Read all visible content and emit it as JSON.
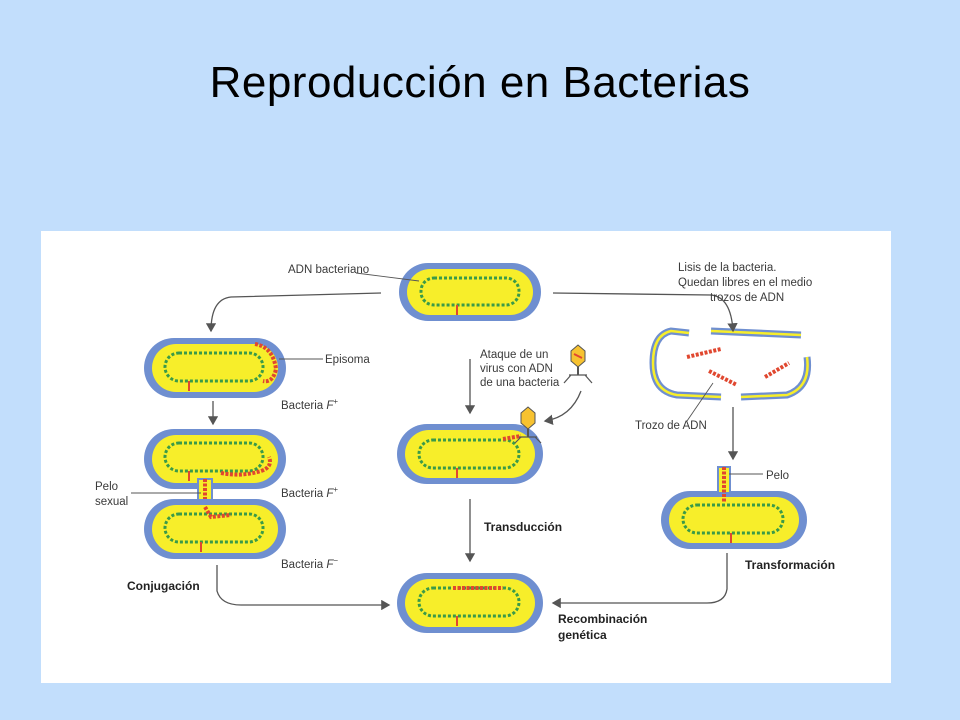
{
  "slide": {
    "title": "Reproducción en Bacterias"
  },
  "diagram": {
    "labels": {
      "adn_bacteriano": "ADN bacteriano",
      "lisis_line1": "Lisis de la bacteria.",
      "lisis_line2": "Quedan libres en el medio",
      "lisis_line3": "trozos de ADN",
      "episoma": "Episoma",
      "bacteria_f_plus_1_text": "Bacteria ",
      "bacteria_f_plus_1_sym": "F",
      "bacteria_f_plus_1_sup": "+",
      "ataque_line1": "Ataque de un",
      "ataque_line2": "virus con ADN",
      "ataque_line3": "de una bacteria",
      "trozo_adn": "Trozo de ADN",
      "pelo_sexual_line1": "Pelo",
      "pelo_sexual_line2": "sexual",
      "bacteria_f_plus_2_text": "Bacteria ",
      "bacteria_f_plus_2_sym": "F",
      "bacteria_f_plus_2_sup": "+",
      "pelo": "Pelo",
      "transduccion": "Transducción",
      "bacteria_f_minus_text": "Bacteria ",
      "bacteria_f_minus_sym": "F",
      "bacteria_f_minus_sup": "−",
      "transformacion": "Transformación",
      "conjugacion": "Conjugación",
      "recombinacion_line1": "Recombinación",
      "recombinacion_line2": "genética"
    },
    "colors": {
      "membrane": "#6f8fd0",
      "cytoplasm": "#f7ee2a",
      "dna": "#3a9a48",
      "foreign_dna": "#e0472f",
      "arrow": "#555555"
    }
  }
}
